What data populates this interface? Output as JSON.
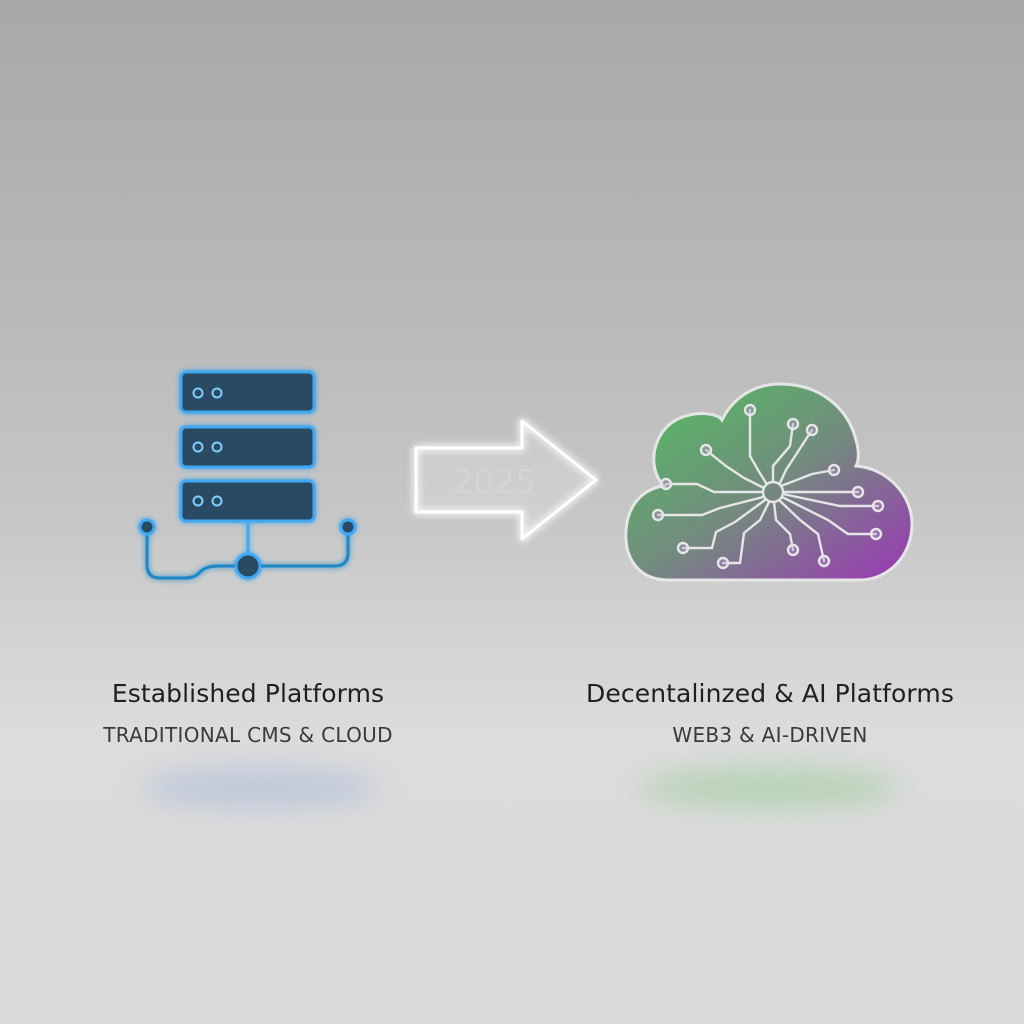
{
  "diagram": {
    "arrow_label": "2025",
    "left": {
      "title": "Established Platforms",
      "subtitle": "TRADITIONAL CMS & CLOUD",
      "icon": "server-rack-icon"
    },
    "right": {
      "title": "Decentalinzed & AI Platforms",
      "subtitle": "WEB3 & AI-DRIVEN",
      "icon": "ai-cloud-circuit-icon"
    },
    "colors": {
      "server_stroke": "#3fa9f5",
      "server_fill": "#2c4a64",
      "cloud_green": "#4cc15a",
      "cloud_purple": "#9a2fb5",
      "arrow": "#ffffff"
    }
  }
}
